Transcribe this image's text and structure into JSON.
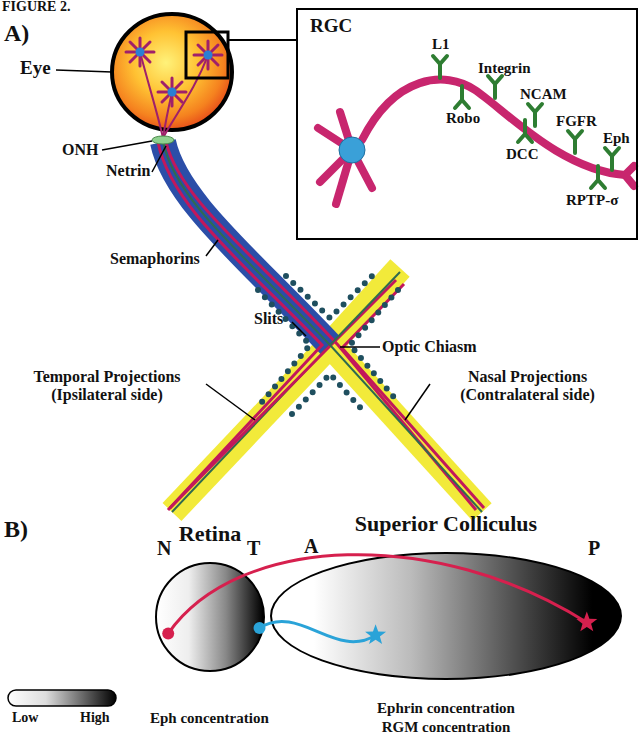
{
  "diagram": {
    "title": "FIGURE 2.",
    "nodes": [
      {
        "text": [
          "RGC"
        ]
      },
      {
        "text": [
          "Retina"
        ]
      },
      {
        "text": [
          "Superior Colliculus"
        ]
      }
    ],
    "edges": [
      {
        "from": 1,
        "to": 2,
        "arrow": "none"
      },
      {
        "from": 1,
        "to": 2,
        "arrow": "none"
      }
    ],
    "labels": [
      "A)",
      "Eye",
      "ONH",
      "Netrin",
      "Semaphorins",
      "Slits",
      "Optic Chiasm",
      "Temporal Projections (Ipsilateral side)",
      "Nasal Projections (Contralateral side)",
      "L1",
      "Integrin",
      "NCAM",
      "FGFR",
      "Eph",
      "Robo",
      "DCC",
      "RPTP-σ",
      "B)",
      "N",
      "T",
      "A",
      "P",
      "Low",
      "High",
      "Eph concentration",
      "Ephrin concentration",
      "RGM concentration"
    ]
  }
}
